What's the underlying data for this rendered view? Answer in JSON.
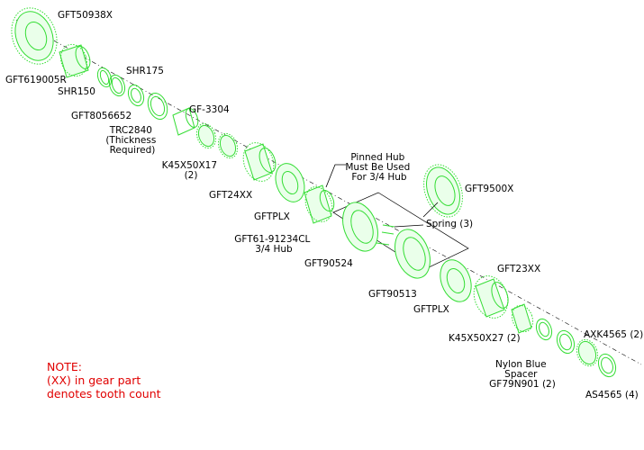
{
  "parts": {
    "gft50938x": "GFT50938X",
    "gft619005r": "GFT619005R",
    "shr175": "SHR175",
    "shr150": "SHR150",
    "gft8056652": "GFT8056652",
    "gf3304": "GF-3304",
    "trc2840": [
      "TRC2840",
      "(Thickness",
      "Required)"
    ],
    "k45x50x17": [
      "K45X50X17",
      "(2)"
    ],
    "gft24xx": "GFT24XX",
    "pinned_hub": [
      "Pinned Hub",
      "Must Be Used",
      "For 3/4 Hub"
    ],
    "gftplx_1": "GFTPLX",
    "gft9500x": "GFT9500X",
    "spring": "Spring (3)",
    "gft61_hub": [
      "GFT61-91234CL",
      "3/4 Hub"
    ],
    "gft90524": "GFT90524",
    "gft90513": "GFT90513",
    "gftplx_2": "GFTPLX",
    "gft23xx": "GFT23XX",
    "k45x50x27": "K45X50X27 (2)",
    "axk4565": "AXK4565 (2)",
    "nylon_spacer": [
      "Nylon Blue",
      "Spacer",
      "GF79N901 (2)"
    ],
    "as4565": "AS4565 (4)"
  },
  "note": [
    "NOTE:",
    "(XX) in gear part",
    "denotes tooth count"
  ],
  "colors": {
    "parts": "#33dd33",
    "labels": "#000000",
    "note": "#e00000"
  }
}
